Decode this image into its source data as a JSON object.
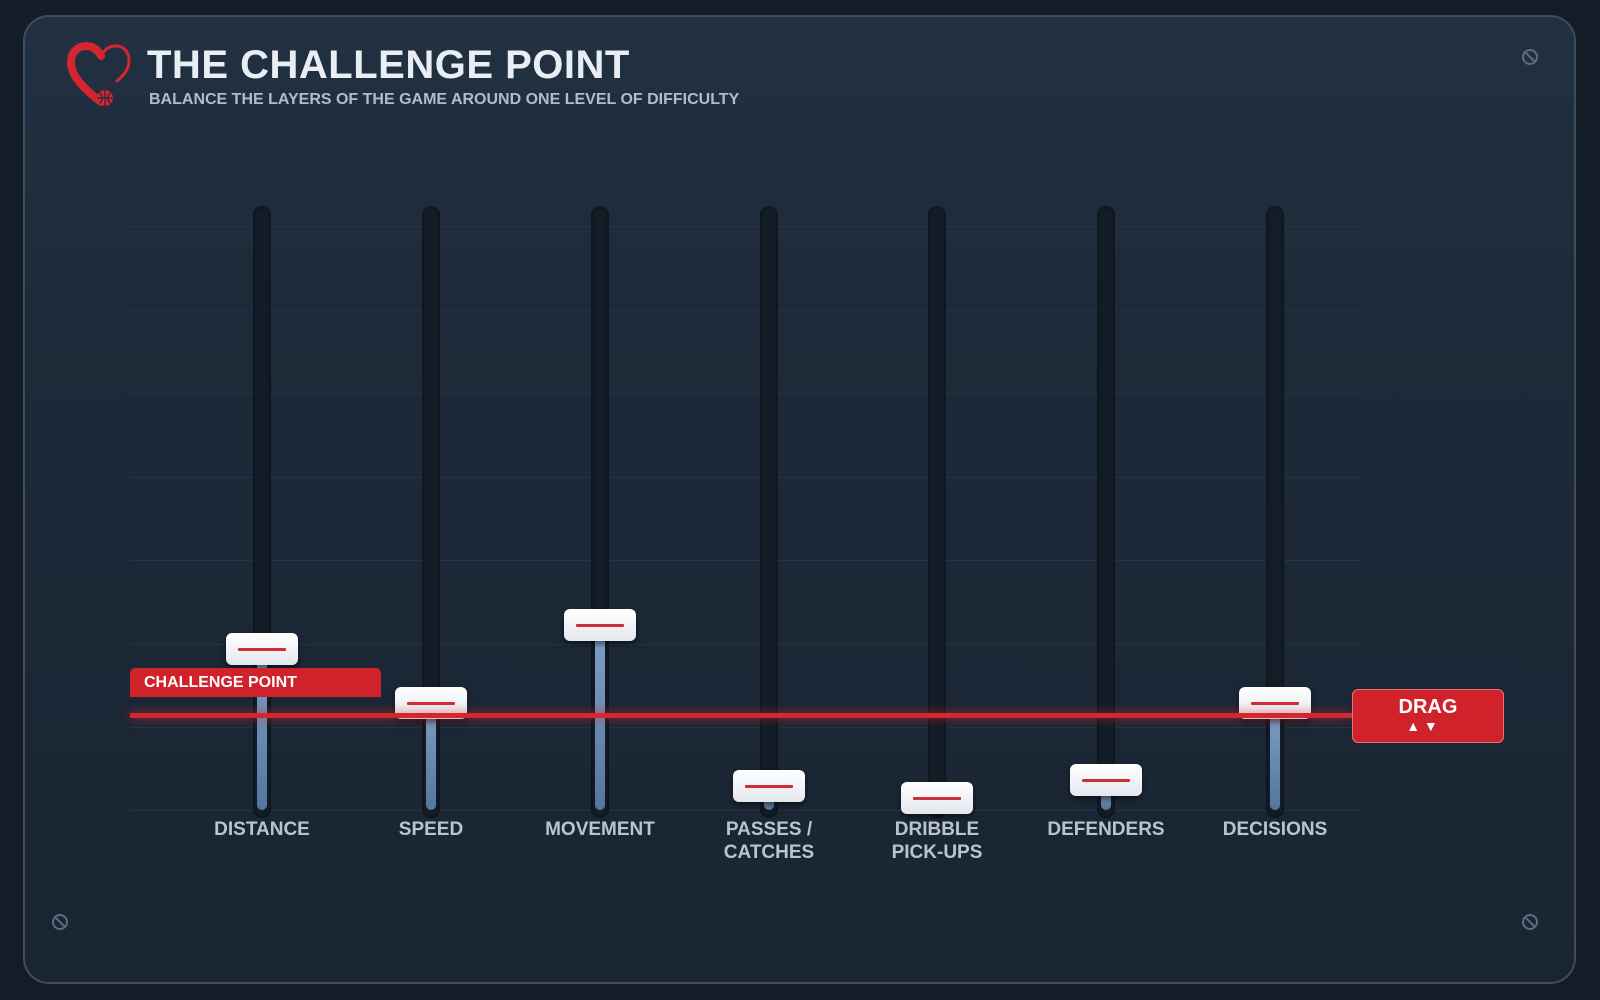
{
  "header": {
    "title": "THE CHALLENGE POINT",
    "subtitle": "BALANCE THE LAYERS OF THE GAME AROUND ONE LEVEL OF DIFFICULTY",
    "logo_icon": "heart-basketball-icon"
  },
  "challenge_point": {
    "label": "CHALLENGE POINT",
    "level": 0.16
  },
  "drag_control": {
    "label": "DRAG",
    "arrows": "▲ ▼"
  },
  "sliders": [
    {
      "id": "distance",
      "label": "DISTANCE",
      "level": 0.27
    },
    {
      "id": "speed",
      "label": "SPEED",
      "level": 0.18
    },
    {
      "id": "movement",
      "label": "MOVEMENT",
      "level": 0.31
    },
    {
      "id": "passes-catches",
      "label": "PASSES / CATCHES",
      "level": 0.04
    },
    {
      "id": "dribble-pickups",
      "label": "DRIBBLE PICK-UPS",
      "level": 0.02
    },
    {
      "id": "defenders",
      "label": "DEFENDERS",
      "level": 0.05
    },
    {
      "id": "decisions",
      "label": "DECISIONS",
      "level": 0.18
    }
  ],
  "colors": {
    "accent": "#d0222a",
    "fill": "#6d8fb5",
    "background": "#1d2a39"
  }
}
